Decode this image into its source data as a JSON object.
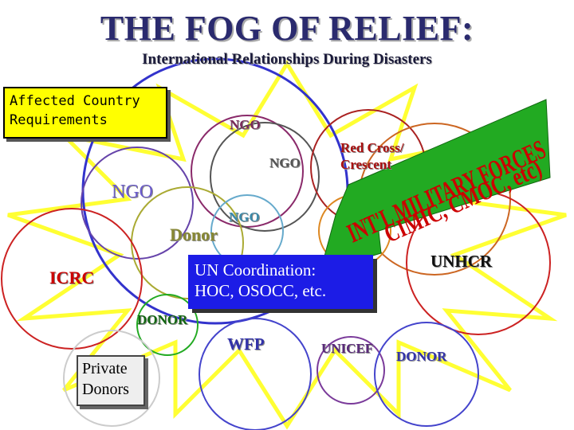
{
  "title": "THE FOG OF RELIEF:",
  "subtitle": "International Relationships During Disasters",
  "affected_country": "Affected Country\nRequirements",
  "ngo_1": "NGO",
  "ngo_2": "NGO",
  "ngo_3": "NGO",
  "ngo_4": "NGO",
  "donor_1": "Donor",
  "red_cross": "Red Cross/\nCrescent",
  "military_line1": "INT'L MILITARY FORCES",
  "military_line2": "CIMIC, CMOC, etc)",
  "unhcr": "UNHCR",
  "icrc": "ICRC",
  "un_coordination": "UN Coordination:\nHOC, OSOCC, etc.",
  "donor_2": "DONOR",
  "wfp": "WFP",
  "unicef": "UNICEF",
  "donor_3": "DONOR",
  "private_donors_line1": "Private",
  "private_donors_line2": "Donors",
  "colors": {
    "star": "#ffff33",
    "title": "#2a2a6e",
    "un_box": "#1c1ce6",
    "arrow": "#22aa22",
    "military_text": "#cc0000",
    "affected_box": "#ffff00"
  }
}
